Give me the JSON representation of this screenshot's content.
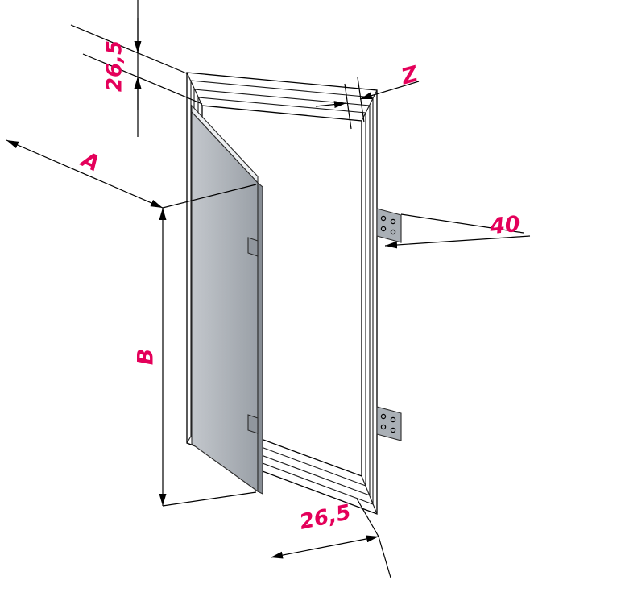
{
  "figure": {
    "labels": {
      "top_depth": "26,5",
      "width": "A",
      "profile_gap": "Z",
      "bracket_length": "40",
      "height": "B",
      "bottom_depth": "26,5"
    },
    "colors": {
      "dimension_text": "#e4005a",
      "line": "#000000",
      "door_fill": "#b3b7bd",
      "bracket_fill": "#aab0b6"
    }
  }
}
